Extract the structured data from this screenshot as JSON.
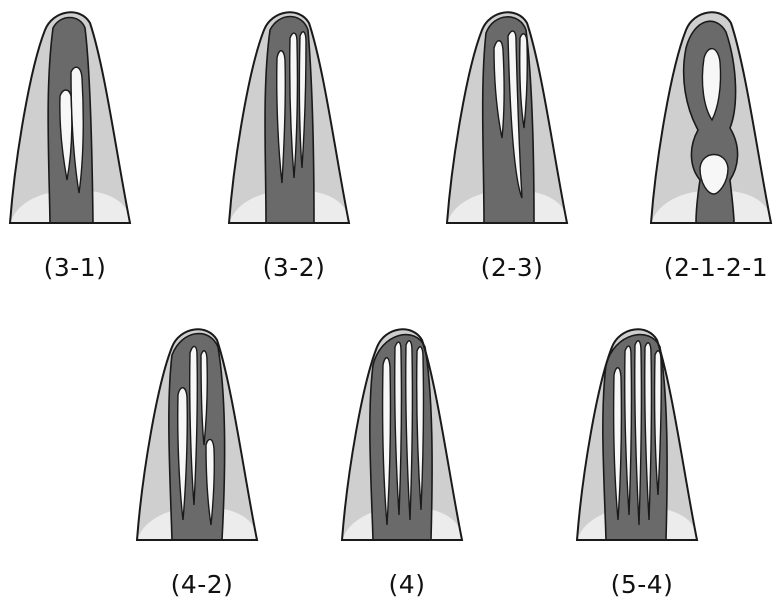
{
  "figures": [
    {
      "id": "3-1",
      "label": "(3-1)"
    },
    {
      "id": "3-2",
      "label": "(3-2)"
    },
    {
      "id": "2-3",
      "label": "(2-3)"
    },
    {
      "id": "2-1-2-1",
      "label": "(2-1-2-1"
    },
    {
      "id": "4-2",
      "label": "(4-2)"
    },
    {
      "id": "4",
      "label": "(4)"
    },
    {
      "id": "5-4",
      "label": "(5-4)"
    }
  ],
  "colors": {
    "tooth": "#cfcfcf",
    "crown": "#ececec",
    "canal": "#6a6a6a",
    "gap": "#f7f7f7",
    "outline": "#1a1a1a"
  },
  "icons": [
    "tooth-root-icon"
  ]
}
